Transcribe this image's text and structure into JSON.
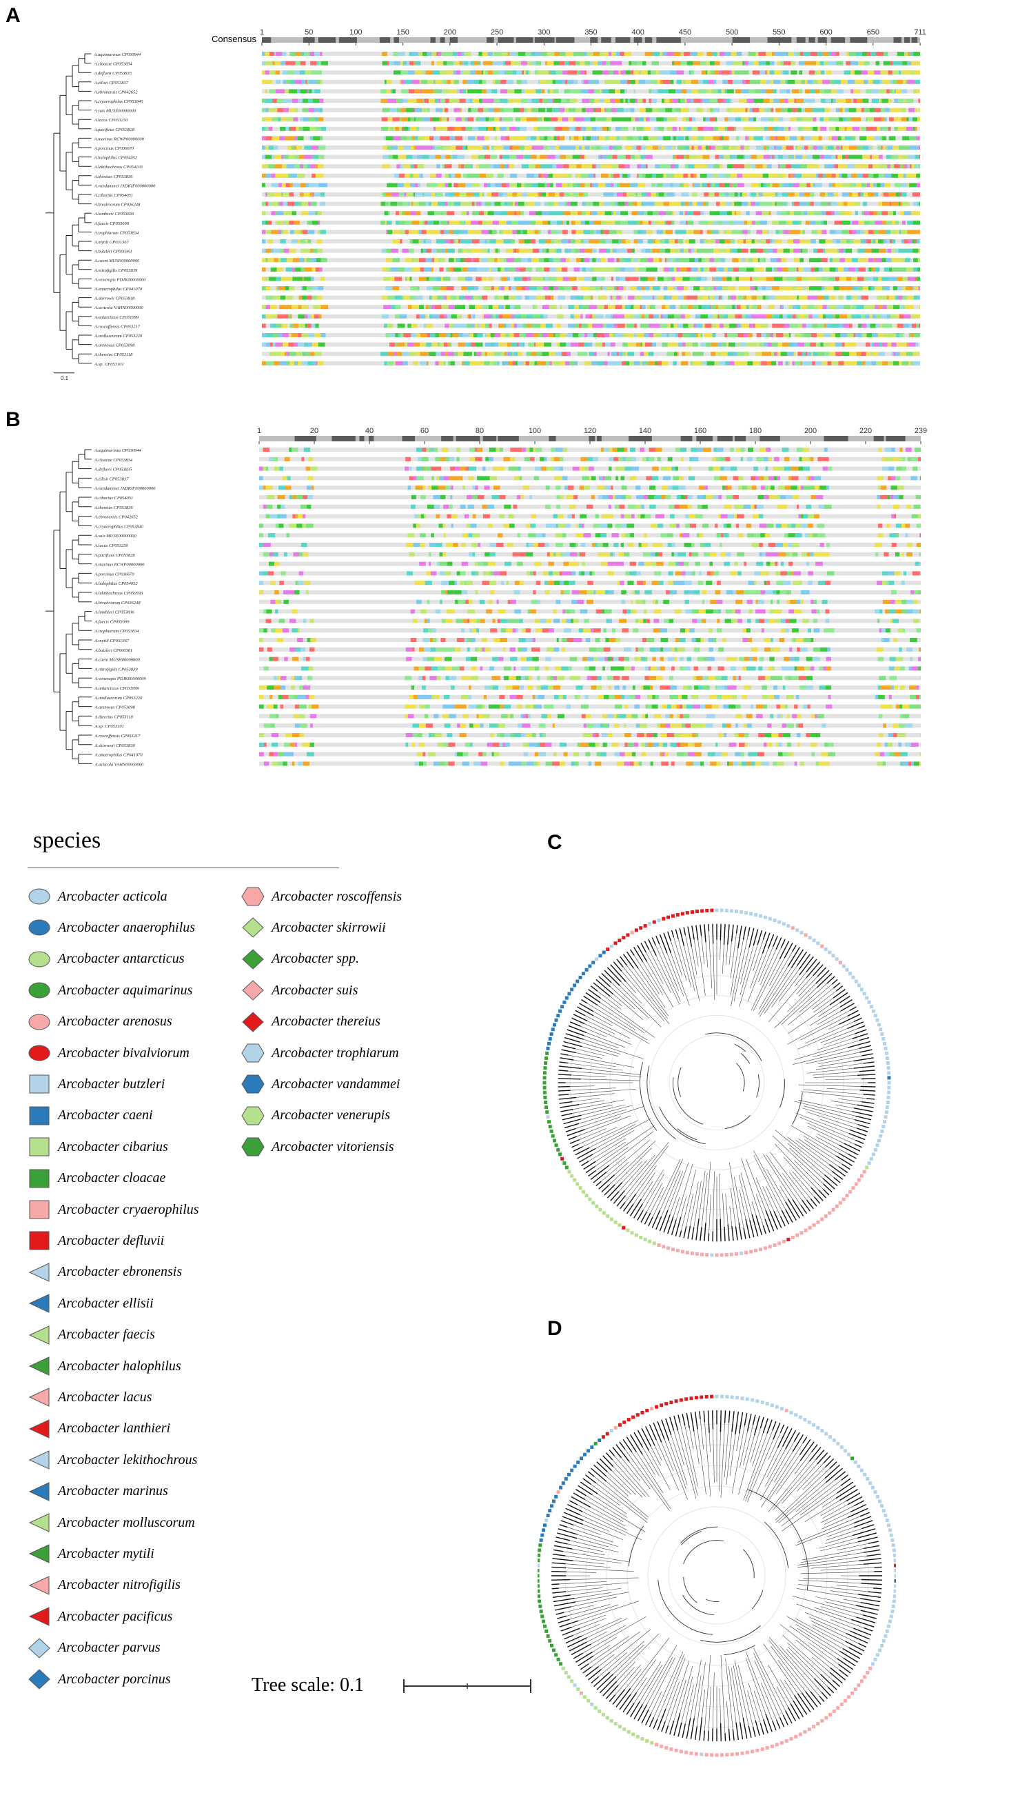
{
  "panels": {
    "a": "A",
    "b": "B",
    "c": "C",
    "d": "D"
  },
  "panel_a": {
    "consensus_label": "Consensus",
    "ruler": [
      "1",
      "50",
      "100",
      "150",
      "200",
      "250",
      "300",
      "350",
      "400",
      "450",
      "500",
      "550",
      "600",
      "650",
      "711"
    ],
    "scale": "0.1",
    "taxa": [
      "A.aquimarinus CP030944",
      "A.cloacae CP053834",
      "A.defluvii CP053835",
      "A.ellisii CP053837",
      "A.ebronensis CP042652",
      "A.cryaerophilus CP053840",
      "A.suis MUSE00000000",
      "A.lacus CP053250",
      "A.pacificus CP053828",
      "A.marinus RCWP00000000",
      "A.porcinus CP036670",
      "A.halophilus CP054052",
      "A.lekithochrous CP054103",
      "A.thereius CP053836",
      "A.vandammei JADKIF000000000",
      "A.cibarius CP054051",
      "A.bivalviorum CP036248",
      "A.lanthieri CP053836",
      "A.faecis CP053099",
      "A.trophiarum CP053834",
      "A.mytili CP031367",
      "A.butzleri CP000361",
      "A.caeni MUSH00000000",
      "A.nitrofigilis CP053839",
      "A.venerupis PDJK00000000",
      "A.anaerophilus CP041070",
      "A.skirrowii CP053838",
      "A.acticola VAHN00000000",
      "A.antarcticus CP031099",
      "A.roscoffensis CP053217",
      "A.molluscorum CP053220",
      "A.arenosus CP053098",
      "A.thereius CP053118",
      "A.sp. CP053101"
    ]
  },
  "panel_b": {
    "ruler": [
      "1",
      "20",
      "40",
      "60",
      "80",
      "100",
      "120",
      "140",
      "160",
      "180",
      "200",
      "220",
      "239"
    ],
    "scale": "0.1",
    "taxa": [
      "A.aquimarinus CP030944",
      "A.cloacae CP053834",
      "A.defluvii CP053835",
      "A.ellisii CP053837",
      "A.vandammei JADKIF000000000",
      "A.cibarius CP054051",
      "A.thereius CP053836",
      "A.ebronensis CP042652",
      "A.cryaerophilus CP053840",
      "A.suis MUSE00000000",
      "A.lacus CP053250",
      "A.pacificus CP053828",
      "A.marinus RCWP00000000",
      "A.porcinus CP036670",
      "A.halophilus CP054052",
      "A.lekithochrous CP050593",
      "A.bivalviorum CP036248",
      "A.lanthieri CP053836",
      "A.faecis CP053099",
      "A.trophiarum CP053834",
      "A.mytili CP031367",
      "A.butzleri CP000361",
      "A.caeni MUSH00000000",
      "A.nitrofigilis CP053839",
      "A.venerupis PDJK00000000",
      "A.antarcticus CP031099",
      "A.molluscorum CP053220",
      "A.arenosus CP053098",
      "A.thereius CP053118",
      "A.sp. CP053101",
      "A.roscoffensis CP053217",
      "A.skirrowii CP053838",
      "A.anaerophilus CP041070",
      "A.acticola VAHN00000000"
    ]
  },
  "legend": {
    "title": "species",
    "items": [
      {
        "label": "Arcobacter acticola",
        "shape": "ellipse",
        "color": "#b3d4e8"
      },
      {
        "label": "Arcobacter anaerophilus",
        "shape": "ellipse",
        "color": "#2b7bba"
      },
      {
        "label": "Arcobacter antarcticus",
        "shape": "ellipse",
        "color": "#b5e08e"
      },
      {
        "label": "Arcobacter aquimarinus",
        "shape": "ellipse",
        "color": "#3aa037"
      },
      {
        "label": "Arcobacter arenosus",
        "shape": "ellipse",
        "color": "#f7a8a8"
      },
      {
        "label": "Arcobacter bivalviorum",
        "shape": "ellipse",
        "color": "#e31a1c"
      },
      {
        "label": "Arcobacter butzleri",
        "shape": "square",
        "color": "#b3d4e8"
      },
      {
        "label": "Arcobacter caeni",
        "shape": "square",
        "color": "#2b7bba"
      },
      {
        "label": "Arcobacter cibarius",
        "shape": "square",
        "color": "#b5e08e"
      },
      {
        "label": "Arcobacter cloacae",
        "shape": "square",
        "color": "#3aa037"
      },
      {
        "label": "Arcobacter cryaerophilus",
        "shape": "square",
        "color": "#f7a8a8"
      },
      {
        "label": "Arcobacter defluvii",
        "shape": "square",
        "color": "#e31a1c"
      },
      {
        "label": "Arcobacter ebronensis",
        "shape": "triangle",
        "color": "#b3d4e8"
      },
      {
        "label": "Arcobacter ellisii",
        "shape": "triangle",
        "color": "#2b7bba"
      },
      {
        "label": "Arcobacter faecis",
        "shape": "triangle",
        "color": "#b5e08e"
      },
      {
        "label": "Arcobacter halophilus",
        "shape": "triangle",
        "color": "#3aa037"
      },
      {
        "label": "Arcobacter lacus",
        "shape": "triangle",
        "color": "#f7a8a8"
      },
      {
        "label": "Arcobacter lanthieri",
        "shape": "triangle",
        "color": "#e31a1c"
      },
      {
        "label": "Arcobacter lekithochrous",
        "shape": "triangle",
        "color": "#b3d4e8"
      },
      {
        "label": "Arcobacter marinus",
        "shape": "triangle",
        "color": "#2b7bba"
      },
      {
        "label": "Arcobacter molluscorum",
        "shape": "triangle",
        "color": "#b5e08e"
      },
      {
        "label": "Arcobacter mytili",
        "shape": "triangle",
        "color": "#3aa037"
      },
      {
        "label": "Arcobacter nitrofigilis",
        "shape": "triangle",
        "color": "#f7a8a8"
      },
      {
        "label": "Arcobacter pacificus",
        "shape": "triangle",
        "color": "#e31a1c"
      },
      {
        "label": "Arcobacter parvus",
        "shape": "diamond",
        "color": "#b3d4e8"
      },
      {
        "label": "Arcobacter porcinus",
        "shape": "diamond",
        "color": "#2b7bba"
      },
      {
        "label": "Arcobacter roscoffensis",
        "shape": "hexagon",
        "color": "#f7a8a8"
      },
      {
        "label": "Arcobacter skirrowii",
        "shape": "diamond",
        "color": "#b5e08e"
      },
      {
        "label": "Arcobacter spp.",
        "shape": "diamond",
        "color": "#3aa037"
      },
      {
        "label": "Arcobacter suis",
        "shape": "diamond",
        "color": "#f7a8a8"
      },
      {
        "label": "Arcobacter thereius",
        "shape": "diamond",
        "color": "#e31a1c"
      },
      {
        "label": "Arcobacter trophiarum",
        "shape": "hexagon",
        "color": "#b3d4e8"
      },
      {
        "label": "Arcobacter vandammei",
        "shape": "hexagon",
        "color": "#2b7bba"
      },
      {
        "label": "Arcobacter venerupis",
        "shape": "hexagon",
        "color": "#b5e08e"
      },
      {
        "label": "Arcobacter vitoriensis",
        "shape": "hexagon",
        "color": "#3aa037"
      }
    ]
  },
  "tree_scale": "Tree scale: 0.1",
  "colors": {
    "light_blue": "#b3d4e8",
    "blue": "#2b7bba",
    "light_green": "#b5e08e",
    "green": "#3aa037",
    "pink": "#f7a8a8",
    "red": "#e31a1c"
  }
}
